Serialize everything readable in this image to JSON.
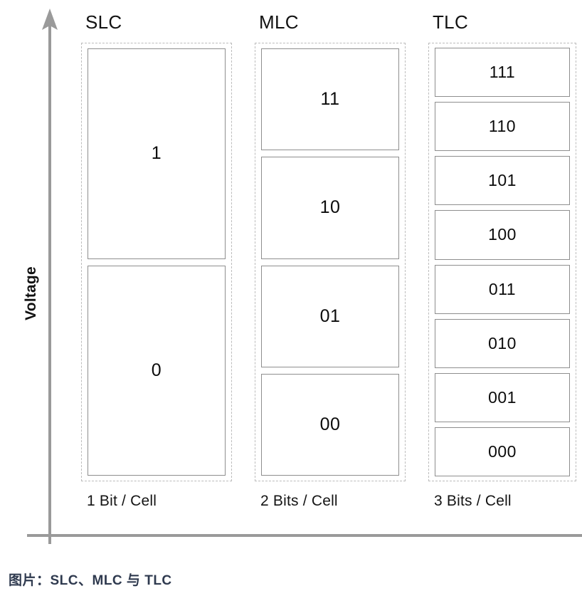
{
  "axis": {
    "y_label": "Voltage",
    "y_arrow_icon": "arrow-up-icon",
    "axis_color": "#9a9a9a"
  },
  "columns": [
    {
      "header": "SLC",
      "footer": "1 Bit / Cell",
      "cells": [
        "1",
        "0"
      ]
    },
    {
      "header": "MLC",
      "footer": "2 Bits / Cell",
      "cells": [
        "11",
        "10",
        "01",
        "00"
      ]
    },
    {
      "header": "TLC",
      "footer": "3 Bits / Cell",
      "cells": [
        "111",
        "110",
        "101",
        "100",
        "011",
        "010",
        "001",
        "000"
      ]
    }
  ],
  "caption": "图片：SLC、MLC 与 TLC",
  "colors": {
    "cell_border": "#8e8e8e",
    "group_border": "#bcbcbc",
    "text": "#111111",
    "caption_text": "#2f3a4f",
    "background": "#ffffff"
  }
}
